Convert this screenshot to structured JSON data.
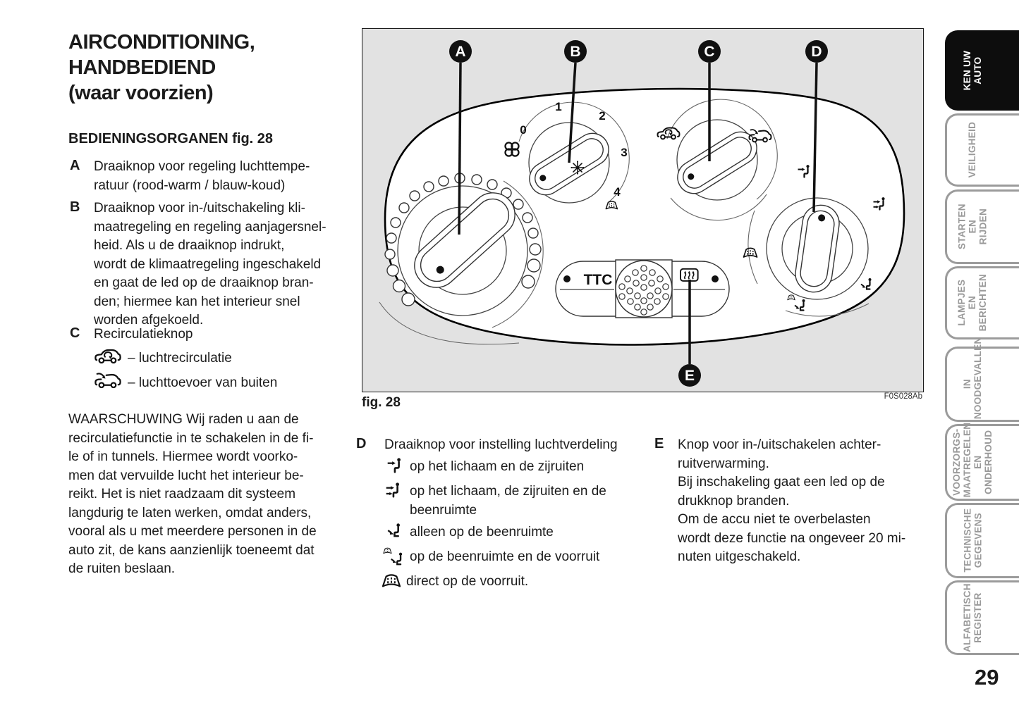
{
  "page": {
    "title": "AIRCONDITIONING,\nHANDBEDIEND\n(waar voorzien)",
    "number": "29"
  },
  "controls": {
    "heading": "BEDIENINGSORGANEN fig. 28",
    "items": [
      {
        "letter": "A",
        "text": "Draaiknop voor regeling luchttempe-\nratuur (rood-warm / blauw-koud)"
      },
      {
        "letter": "B",
        "text": "Draaiknop voor in-/uitschakeling kli-\nmaatregeling en regeling aanjagersnel-\nheid. Als u de draaiknop indrukt,\nwordt de klimaatregeling ingeschakeld\nen gaat de led op de draaiknop bran-\nden; hiermee kan het interieur snel\nworden afgekoeld."
      },
      {
        "letter": "C",
        "text": "Recirculatieknop",
        "sub": [
          {
            "icon": "car-recirculation-icon",
            "text": "– luchtrecirculatie"
          },
          {
            "icon": "car-outside-air-icon",
            "text": "– luchttoevoer van buiten"
          }
        ]
      }
    ],
    "warning": "WAARSCHUWING Wij raden u aan de\nrecirculatiefunctie in te schakelen in de fi-\nle of in tunnels. Hiermee wordt voorko-\nmen dat vervuilde lucht het interieur be-\nreikt. Het is niet raadzaam dit systeem\nlangdurig te laten werken, omdat anders,\nvooral als u met meerdere personen in de\nauto zit, de kans aanzienlijk toeneemt dat\nde ruiten beslaan."
  },
  "figure": {
    "caption": "fig. 28",
    "code": "F0S028Ab",
    "callouts": [
      "A",
      "B",
      "C",
      "D",
      "E"
    ],
    "fan_knob_labels": [
      "0",
      "1",
      "2",
      "3",
      "4"
    ],
    "ttc_label": "TTC"
  },
  "distribution": {
    "letter": "D",
    "text": "Draaiknop voor instelling luchtverdeling",
    "items": [
      {
        "icon": "airflow-body-icon",
        "text": "op het lichaam en de zijruiten"
      },
      {
        "icon": "airflow-body-feet-icon",
        "text": "op het lichaam, de zijruiten en de\nbeenruimte"
      },
      {
        "icon": "airflow-feet-icon",
        "text": "alleen op de beenruimte"
      },
      {
        "icon": "airflow-feet-windshield-icon",
        "text": "op de beenruimte en de voorruit"
      },
      {
        "icon": "windshield-defrost-icon",
        "text": "direct op de voorruit."
      }
    ]
  },
  "rear_window": {
    "letter": "E",
    "text": "Knop voor in-/uitschakelen achter-\nruitverwarming.\nBij inschakeling gaat een led op de\ndrukknop branden.\nOm de accu niet te overbelasten\nwordt deze functie na ongeveer 20 mi-\nnuten uitgeschakeld."
  },
  "sidebar": {
    "tabs": [
      {
        "label": "KEN UW\nAUTO",
        "active": true
      },
      {
        "label": "VEILIGHEID",
        "active": false
      },
      {
        "label": "STARTEN\nEN RIJDEN",
        "active": false
      },
      {
        "label": "LAMPJES\nEN BERICHTEN",
        "active": false
      },
      {
        "label": "IN\nNOODGEVALLEN",
        "active": false
      },
      {
        "label": "VOORZORGS-\nMAATREGELEN\nEN ONDERHOUD",
        "active": false
      },
      {
        "label": "TECHNISCHE\nGEGEVENS",
        "active": false
      },
      {
        "label": "ALFABETISCH\nREGISTER",
        "active": false
      }
    ]
  },
  "colors": {
    "figure_background": "#e2e2e2",
    "active_tab": "#0d0d0d",
    "inactive_tab_text": "#9a9a9a",
    "text": "#1b1b1b"
  }
}
